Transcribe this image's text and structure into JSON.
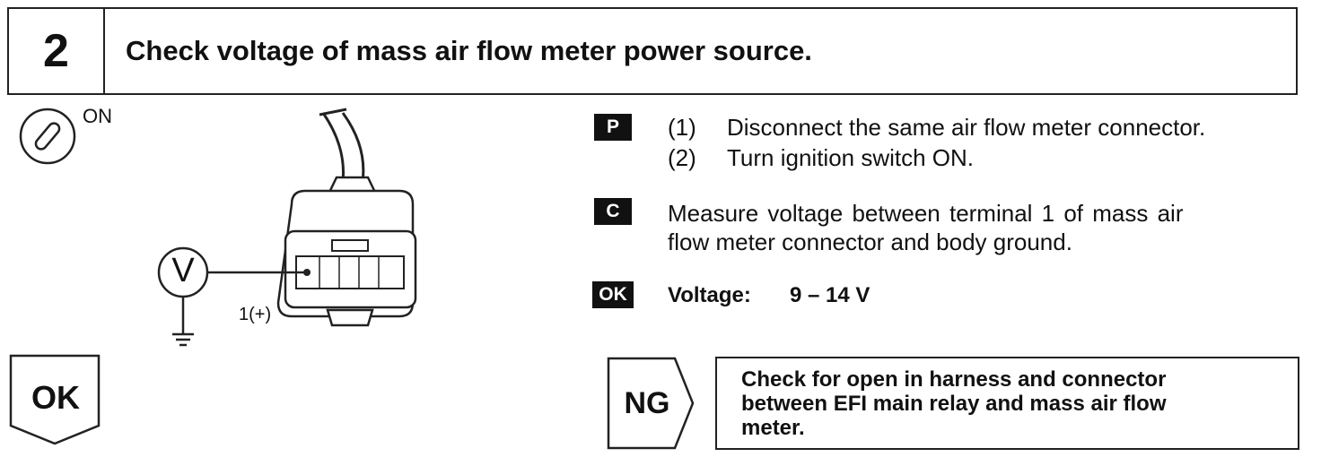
{
  "header": {
    "step_number": "2",
    "title": "Check voltage of mass air flow meter power source."
  },
  "illustration": {
    "ignition_label": "ON",
    "voltmeter_symbol": "V",
    "terminal_label": "1(+)"
  },
  "steps": {
    "prep_badge": "P",
    "prep_items": [
      {
        "num": "(1)",
        "text": "Disconnect the same air flow meter connector."
      },
      {
        "num": "(2)",
        "text": "Turn ignition switch ON."
      }
    ],
    "check_badge": "C",
    "check_lines": [
      "Measure voltage between terminal 1 of mass air",
      "flow meter connector and body ground."
    ],
    "ok_badge": "OK",
    "ok_label": "Voltage:",
    "ok_value": "9 – 14 V"
  },
  "ok_branch": {
    "label": "OK"
  },
  "ng_branch": {
    "label": "NG",
    "lines": [
      "Check for open in harness and connector",
      "between EFI main relay and mass air flow",
      "meter."
    ]
  }
}
